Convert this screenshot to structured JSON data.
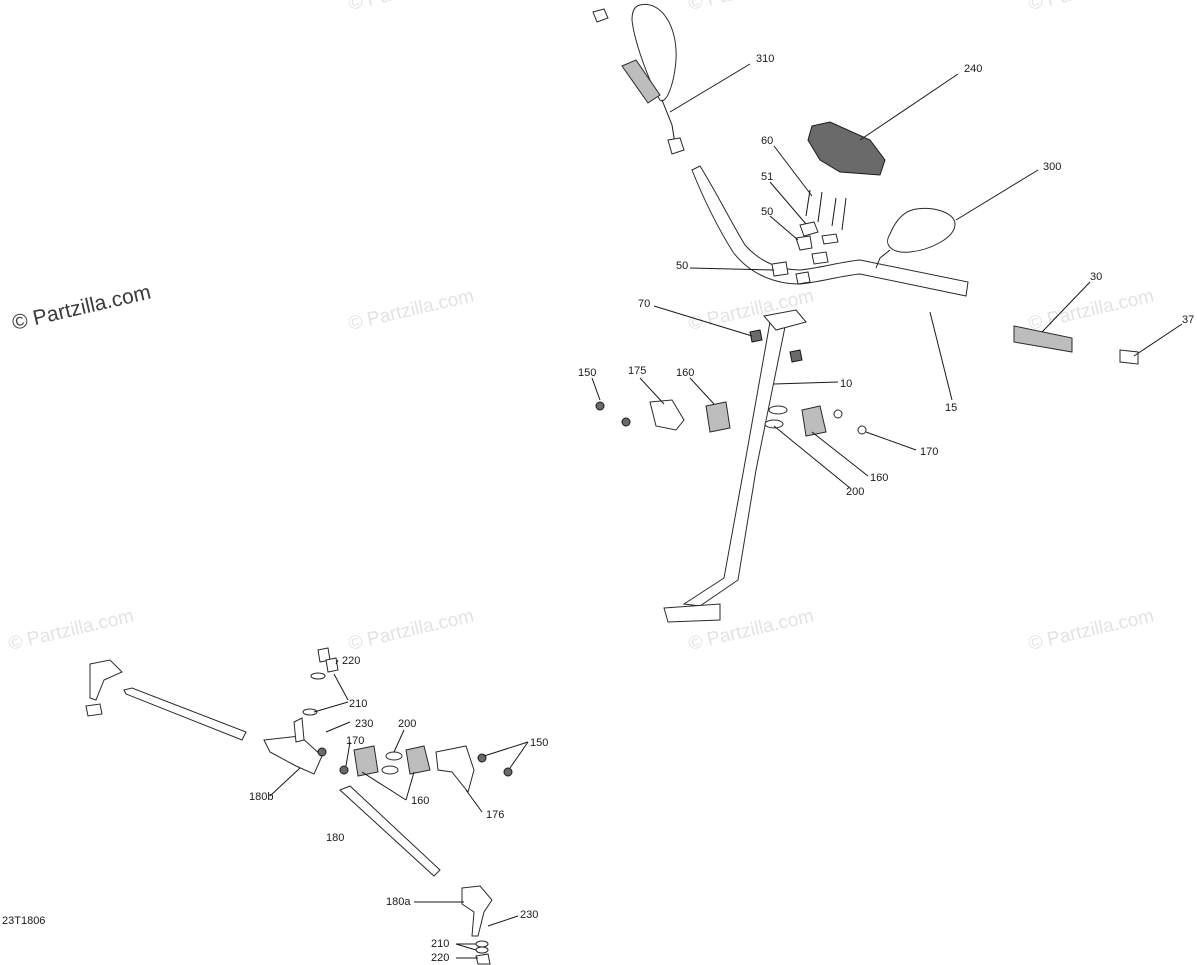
{
  "copyright": "© Partzilla.com",
  "watermark": "© Partzilla.com",
  "diagram_code": "23T1806",
  "callouts": {
    "c310": "310",
    "c240": "240",
    "c60": "60",
    "c51": "51",
    "c50a": "50",
    "c300": "300",
    "c50b": "50",
    "c70": "70",
    "c30": "30",
    "c37": "37",
    "c150a": "150",
    "c175": "175",
    "c160a": "160",
    "c10": "10",
    "c15": "15",
    "c170a": "170",
    "c160b": "160",
    "c200a": "200",
    "c220a": "220",
    "c210a": "210",
    "c230a": "230",
    "c200b": "200",
    "c170b": "170",
    "c150b": "150",
    "c180b": "180b",
    "c160c": "160",
    "c176": "176",
    "c180": "180",
    "c180a": "180a",
    "c230b": "230",
    "c210b": "210",
    "c220b": "220"
  },
  "colors": {
    "line": "#1a1a1a",
    "watermark": "#e3e3e3"
  }
}
